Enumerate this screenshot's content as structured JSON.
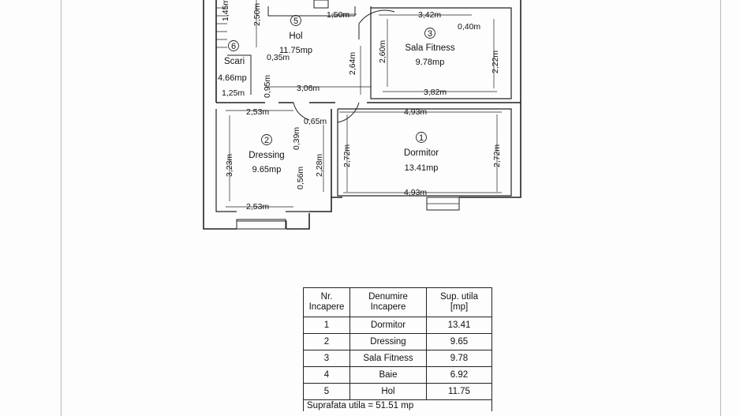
{
  "plan": {
    "dims": {
      "d_145": "1,45m",
      "d_250": "2,50m",
      "d_150": "1,50m",
      "d_342": "3,42m",
      "d_040": "0,40m",
      "d_035": "0,35m",
      "d_095": "0,95m",
      "d_264": "2,64m",
      "d_260": "2,60m",
      "d_222": "2,22m",
      "d_382": "3,82m",
      "d_125": "1,25m",
      "d_306": "3,06m",
      "d_253_top": "2,53m",
      "d_065": "0,65m",
      "d_493_top": "4,93m",
      "d_039": "0,39m",
      "d_323": "3,23m",
      "d_228": "2,28m",
      "d_056": "0,56m",
      "d_272_left": "2,72m",
      "d_272_right": "2,72m",
      "d_493_bottom": "4,93m",
      "d_253_bottom": "2,53m"
    },
    "rooms": {
      "dormitor": {
        "num": "1",
        "name": "Dormitor",
        "area": "13.41mp"
      },
      "dressing": {
        "num": "2",
        "name": "Dressing",
        "area": "9.65mp"
      },
      "fitness": {
        "num": "3",
        "name": "Sala Fitness",
        "area": "9.78mp"
      },
      "hol": {
        "num": "5",
        "name": "Hol",
        "area": "11.75mp"
      },
      "scari": {
        "num": "6",
        "name": "Scari",
        "area": "4.66mp"
      }
    }
  },
  "table": {
    "headers": [
      "Nr.\nIncapere",
      "Denumire\nIncapere",
      "Sup. utila\n[mp]"
    ],
    "rows": [
      {
        "nr": "1",
        "name": "Dormitor",
        "area": "13.41"
      },
      {
        "nr": "2",
        "name": "Dressing",
        "area": "9.65"
      },
      {
        "nr": "3",
        "name": "Sala Fitness",
        "area": "9.78"
      },
      {
        "nr": "4",
        "name": "Baie",
        "area": "6.92"
      },
      {
        "nr": "5",
        "name": "Hol",
        "area": "11.75"
      }
    ],
    "total": "Suprafata utila = 51.51 mp"
  }
}
